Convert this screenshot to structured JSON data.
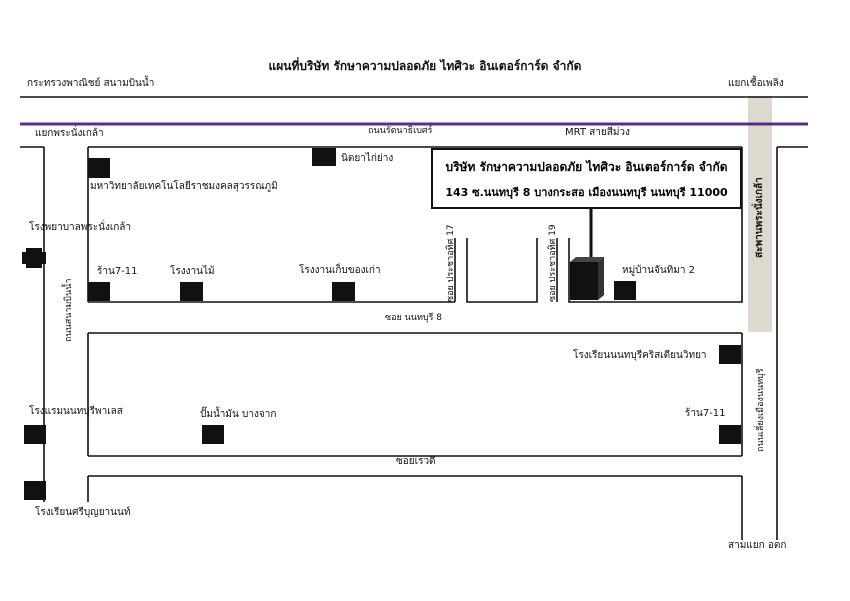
{
  "title": "แผนที่บริษัท รักษาความปลอดภัย ไทศิวะ อินเตอร์การ์ด จำกัด",
  "company": {
    "name": "บริษัท รักษาความปลอดภัย ไทศิวะ อินเตอร์การ์ด จำกัด",
    "address": "143 ซ.นนทบุรี 8 บางกระสอ เมืองนนทบุรี นนทบุรี 11000"
  },
  "roads": {
    "top_left": "กระทรวงพาณิชย์ สนามบินน้ำ",
    "top_right": "แยกเชื้อเพลิง",
    "left_junction": "แยกพระนั่งเกล้า",
    "ratthanathibet": "ถนนรัตนาธิเบศร์",
    "mrt": "MRT สายสีม่วง",
    "soi_prachauthit_17": "ซอย ประชาอุทิศ 17",
    "soi_prachauthit_19": "ซอย ประชาอุทิศ 19",
    "soi_nonthaburi_8": "ซอย นนทบุรี 8",
    "sanambinnam_road": "ถนนสนามบินน้ำ",
    "saphan_nonthaburi": "สะพานพระนั่งเกล้า",
    "bypass_road": "ถนนเลี่ยงเมืองนนทบุรี",
    "soi_rewadee": "ซอยเรวดี",
    "bottom_junction": "สามแยก อตก"
  },
  "landmarks": {
    "college": "มหาวิทยาลัยเทคโนโลยีราชมงคลสุวรรณภูมิ",
    "nitaya": "นิตยาไก่ย่าง",
    "hospital": "โรงพยาบาลพระนั่งเกล้า",
    "seven_1": "ร้าน7-11",
    "wood_factory": "โรงงานไม้",
    "junk_factory": "โรงงานเก็บของเก่า",
    "village": "หมู่บ้านจันทิมา 2",
    "christian_school": "โรงเรียนนนทบุรีคริสเตียนวิทยา",
    "hotel": "โรงแรมนนทบุรีพาเลส",
    "gas_station": "ปั๊มน้ำมัน บางจาก",
    "seven_2": "ร้าน7-11",
    "sriboon_school": "โรงเรียนศรีบุญยานนท์"
  },
  "colors": {
    "mrt_line": "#5b2c90",
    "bridge": "#ddd9ce",
    "ink": "#111111"
  }
}
